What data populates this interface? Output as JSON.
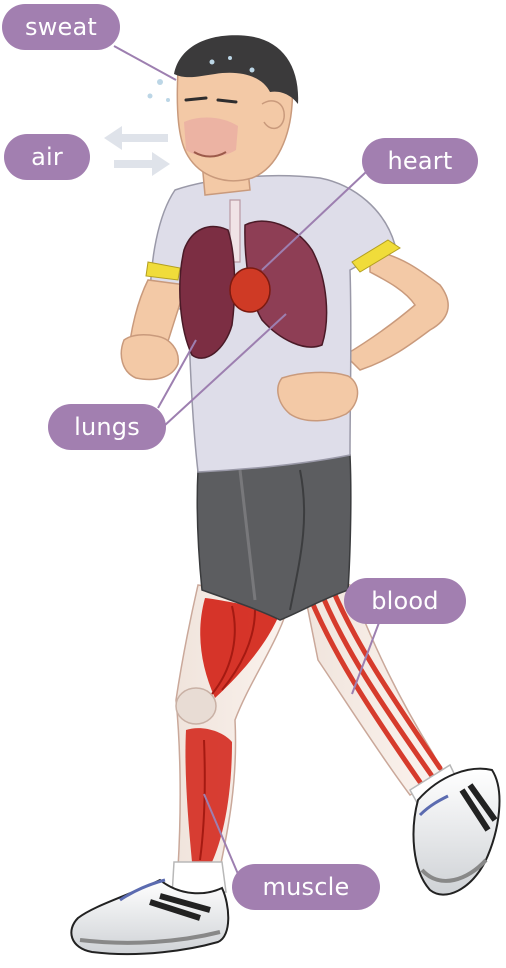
{
  "colors": {
    "label_bg": "#a27fb0",
    "leader": "#9d7fb0",
    "skin": "#f3c9a6",
    "shirt": "#dedde9",
    "shorts": "#5a5b5e",
    "hair": "#3b3a3b",
    "muscle_red": "#d22a1e",
    "lung": "#8a3b50"
  },
  "labels": {
    "sweat": "sweat",
    "air": "air",
    "heart": "heart",
    "lungs": "lungs",
    "blood": "blood",
    "muscle": "muscle"
  }
}
